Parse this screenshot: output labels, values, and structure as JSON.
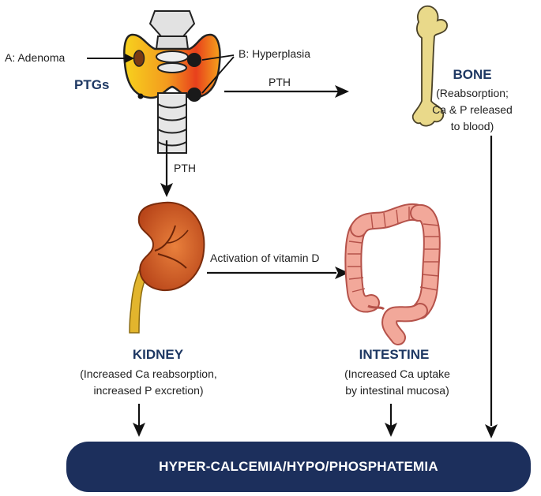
{
  "colors": {
    "heading": "#1e3863",
    "result_bar": "#1c2f5c",
    "arrow": "#111111",
    "gland_outer": "#f6b21c",
    "gland_inner": "#e8401c",
    "cartilage": "#d8d8d8",
    "bone": "#e9d98a",
    "kidney": "#d95a1f",
    "ureter": "#e2b52d",
    "intestine": "#f2a89a",
    "intestine_stroke": "#b5524a"
  },
  "icons": [
    "thyroid-parathyroid-icon",
    "femur-bone-icon",
    "kidney-icon",
    "large-intestine-icon"
  ],
  "labels": {
    "adenoma": "A: Adenoma",
    "hyperplasia": "B: Hyperplasia",
    "ptgs": "PTGs",
    "pth_right": "PTH",
    "pth_down": "PTH",
    "vitamin_d": "Activation of vitamin D"
  },
  "bone": {
    "title": "BONE",
    "note": [
      "(Reabsorption;",
      "Ca & P released",
      "to blood)"
    ]
  },
  "kidney": {
    "title": "KIDNEY",
    "note": [
      "(Increased Ca reabsorption,",
      "increased P excretion)"
    ]
  },
  "intestine": {
    "title": "INTESTINE",
    "note": [
      "(Increased Ca uptake",
      "by intestinal mucosa)"
    ]
  },
  "result": {
    "text": "HYPER-CALCEMIA/HYPO/PHOSPHATEMIA"
  }
}
